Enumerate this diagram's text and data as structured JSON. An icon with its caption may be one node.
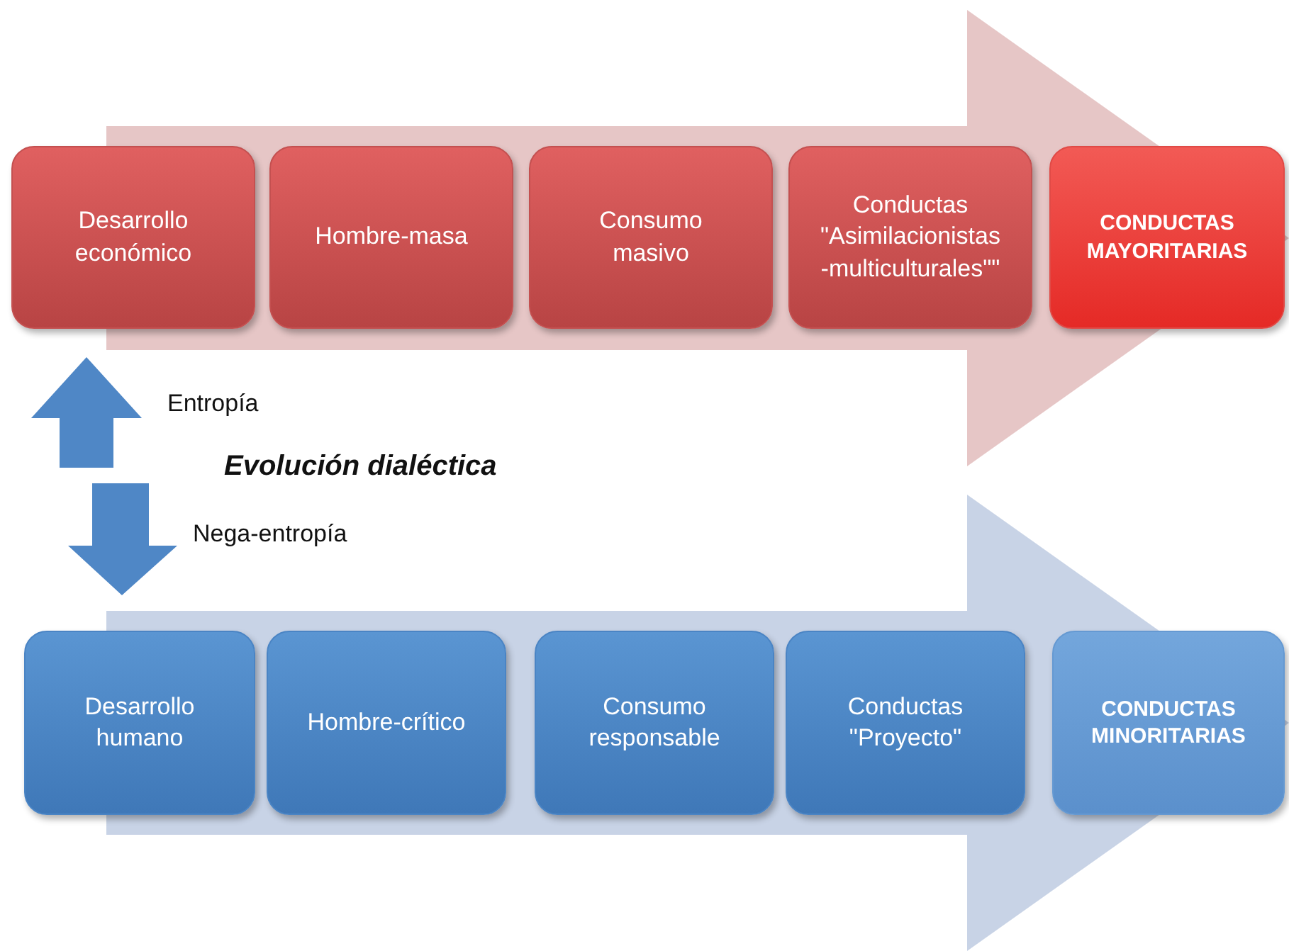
{
  "diagram": {
    "nodes": [
      {
        "text": [
          "Desarrollo económico"
        ]
      },
      {
        "text": [
          "Hombre-masa"
        ]
      },
      {
        "text": [
          "Consumo masivo"
        ]
      },
      {
        "text": [
          "Conductas \"Asimilacionistas -multiculturales\"\""
        ]
      },
      {
        "text": [
          "CONDUCTAS MAYORITARIAS"
        ]
      },
      {
        "text": [
          "Desarrollo humano"
        ]
      },
      {
        "text": [
          "Hombre-crítico"
        ]
      },
      {
        "text": [
          "Consumo responsable"
        ]
      },
      {
        "text": [
          "Conductas \"Proyecto\""
        ]
      },
      {
        "text": [
          "CONDUCTAS MINORITARIAS"
        ]
      }
    ],
    "edges": [
      {
        "from": 0,
        "to": 4,
        "arrow": "to"
      },
      {
        "from": 5,
        "to": 9,
        "arrow": "to"
      }
    ],
    "labels": [
      "Entropía",
      "Evolución dialéctica",
      "Nega-entropía"
    ]
  }
}
